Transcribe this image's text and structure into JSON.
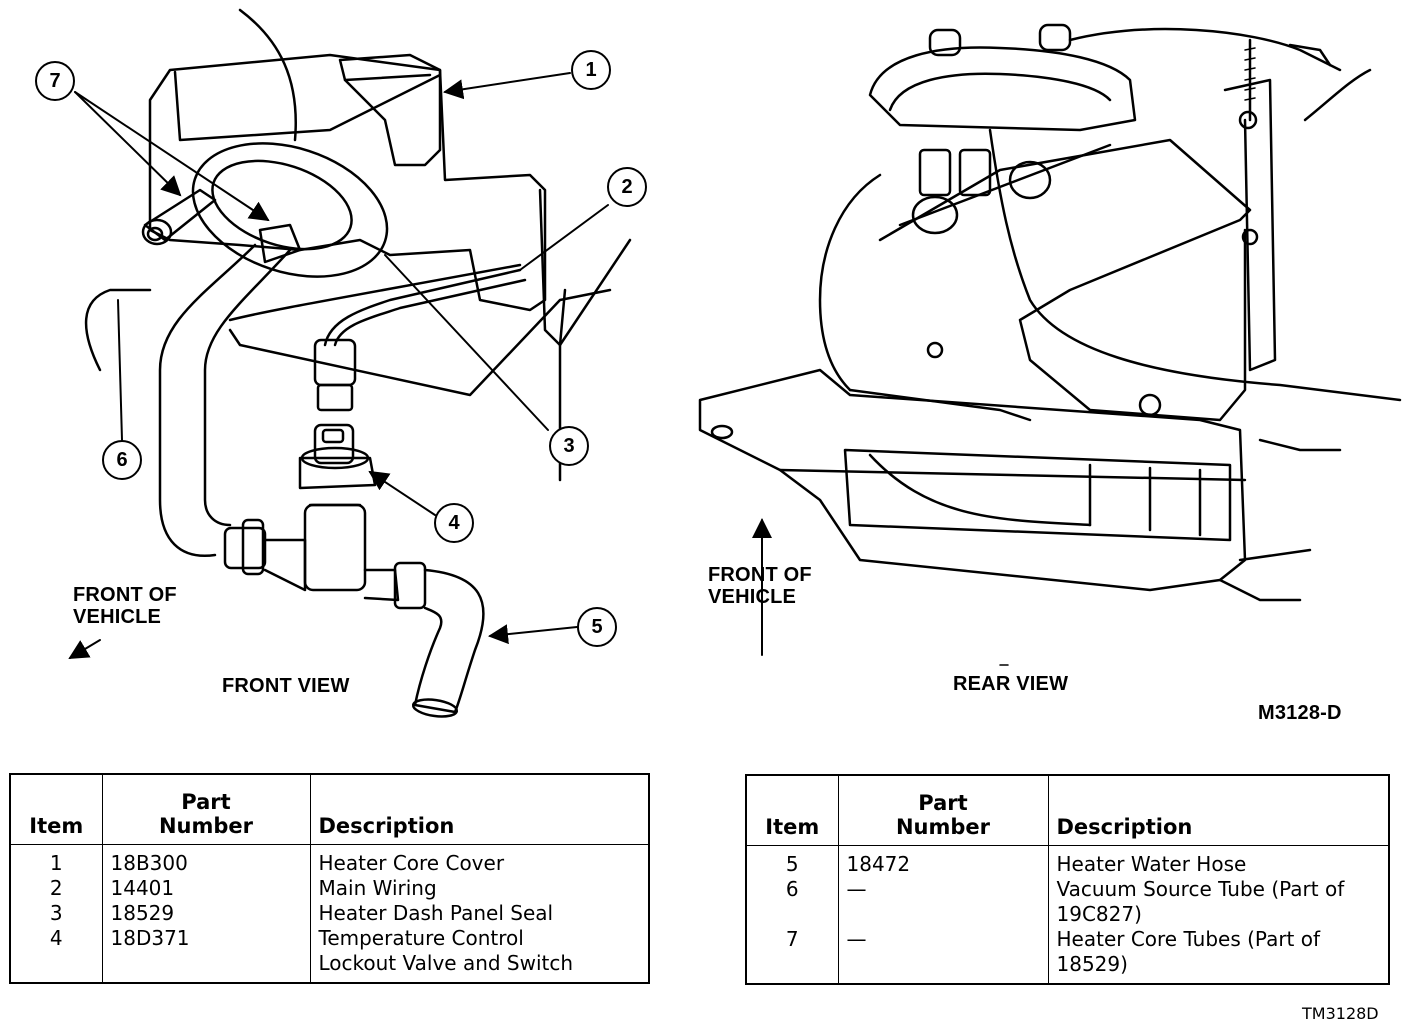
{
  "front_view": {
    "title": "FRONT VIEW",
    "direction_label": "FRONT OF\nVEHICLE",
    "callouts": [
      "1",
      "2",
      "3",
      "4",
      "5",
      "6",
      "7"
    ]
  },
  "rear_view": {
    "title": "REAR VIEW",
    "direction_label": "FRONT OF\nVEHICLE"
  },
  "figure_code": "M3128-D",
  "table_code": "TM3128D",
  "table_headers": {
    "item": "Item",
    "part_number": "Part\nNumber",
    "description": "Description"
  },
  "table_left": [
    {
      "item": "1",
      "part": "18B300",
      "desc": "Heater Core Cover"
    },
    {
      "item": "2",
      "part": "14401",
      "desc": "Main Wiring"
    },
    {
      "item": "3",
      "part": "18529",
      "desc": "Heater Dash Panel Seal"
    },
    {
      "item": "4",
      "part": "18D371",
      "desc": "Temperature Control\nLockout Valve and Switch"
    }
  ],
  "table_right": [
    {
      "item": "5",
      "part": "18472",
      "desc": "Heater Water Hose"
    },
    {
      "item": "6",
      "part": "—",
      "desc": "Vacuum Source Tube (Part of\n19C827)"
    },
    {
      "item": "7",
      "part": "—",
      "desc": "Heater Core Tubes (Part of\n18529)"
    }
  ]
}
